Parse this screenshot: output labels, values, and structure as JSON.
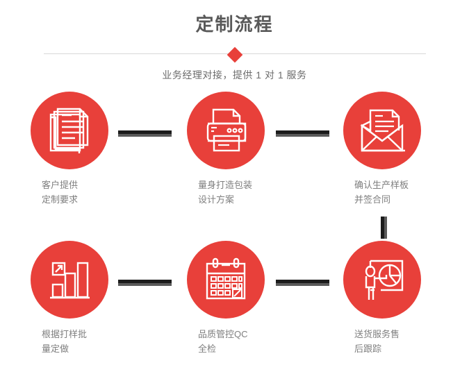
{
  "header": {
    "title": "定制流程",
    "subtitle": "业务经理对接，提供 1 对 1 服务",
    "divider_icon": "diamond-marker"
  },
  "colors": {
    "accent_red": "#e8403a",
    "title_gray": "#595959",
    "label_gray": "#7f7f7f",
    "connector_dark": "#1c1c1c",
    "connector_light": "#5a5a5a",
    "divider_line": "#d8d8d8"
  },
  "flow": {
    "rows": [
      {
        "steps": [
          {
            "icon": "documents-icon",
            "label": "客户提供\n定制要求"
          },
          {
            "icon": "printer-icon",
            "label": "量身打造包装\n设计方案"
          },
          {
            "icon": "envelope-document-icon",
            "label": "确认生产样板\n并签合同"
          }
        ]
      },
      {
        "steps": [
          {
            "icon": "bar-chart-growth-icon",
            "label": "根据打样批\n量定做"
          },
          {
            "icon": "calendar-check-icon",
            "label": "品质管控QC\n全检"
          },
          {
            "icon": "presenter-pie-chart-icon",
            "label": "送货服务售\n后跟踪"
          }
        ]
      }
    ],
    "connectors": {
      "horizontal": "arrow-bar-horizontal",
      "vertical": "arrow-bar-vertical"
    }
  }
}
